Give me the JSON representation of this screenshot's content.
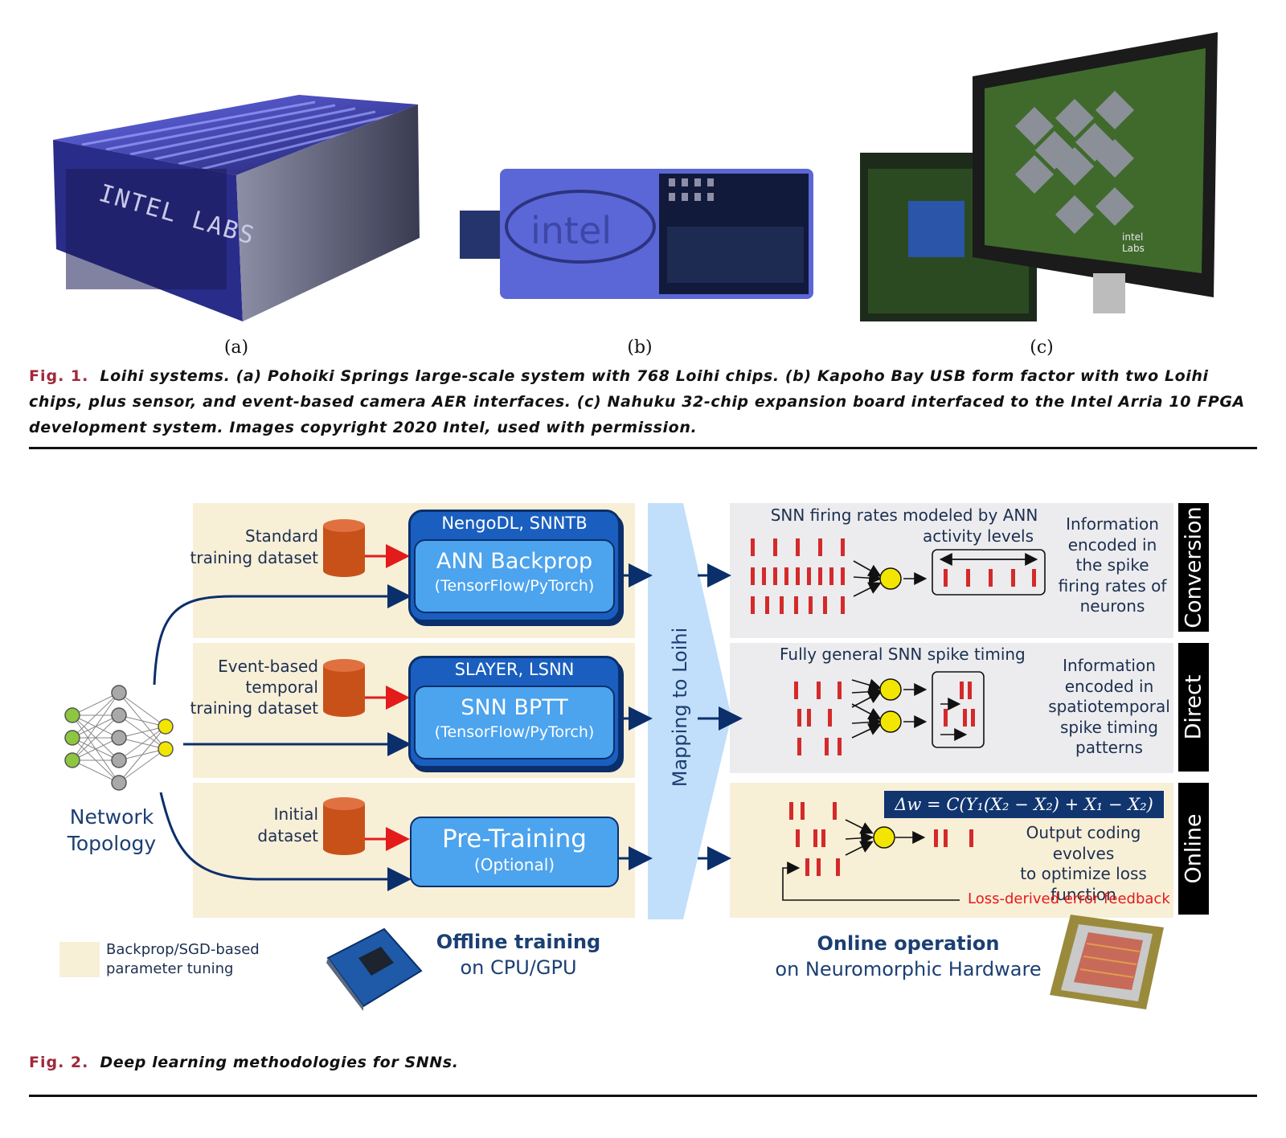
{
  "figure1": {
    "sublabels": [
      "(a)",
      "(b)",
      "(c)"
    ],
    "photo_a_text": "INTEL LABS",
    "photo_b_text": "intel",
    "photo_c_text": "intel Labs",
    "caption_number": "Fig. 1.",
    "caption_text": "Loihi systems. (a) Pohoiki Springs large-scale system with 768 Loihi chips. (b) Kapoho Bay USB form factor with two Loihi chips, plus sensor, and event-based camera AER interfaces. (c) Nahuku 32-chip expansion board interfaced to the Intel Arria 10 FPGA development system. Images copyright 2020 Intel, used with permission."
  },
  "figure2": {
    "network_label_1": "Network",
    "network_label_2": "Topology",
    "rows": [
      {
        "dataset_lines": [
          "Standard",
          "training dataset"
        ],
        "box_header": "NengoDL, SNNTB",
        "box_title": "ANN Backprop",
        "box_subtitle": "(TensorFlow/PyTorch)"
      },
      {
        "dataset_lines": [
          "Event-based",
          "temporal",
          "training dataset"
        ],
        "box_header": "SLAYER, LSNN",
        "box_title": "SNN BPTT",
        "box_subtitle": "(TensorFlow/PyTorch)"
      },
      {
        "dataset_lines": [
          "Initial",
          "dataset"
        ],
        "box_title": "Pre-Training",
        "box_subtitle": "(Optional)"
      }
    ],
    "mapping_label": "Mapping to Loihi",
    "right_panels": [
      {
        "heading_lines": [
          "SNN firing rates modeled by ANN",
          "activity levels"
        ],
        "info_lines": [
          "Information",
          "encoded in",
          "the spike",
          "firing rates of",
          "neurons"
        ],
        "side_label": "Conversion"
      },
      {
        "heading_lines": [
          "Fully general SNN spike timing"
        ],
        "info_lines": [
          "Information",
          "encoded in",
          "spatiotemporal",
          "spike timing",
          "patterns"
        ],
        "side_label": "Direct"
      },
      {
        "formula": "Δw = C(Y₁(X₂ − X₂) + X₁ − X₂)",
        "info_lines": [
          "Output coding evolves",
          "to optimize loss",
          "function"
        ],
        "feedback_label": "Loss-derived error feedback",
        "side_label": "Online"
      }
    ],
    "legend_lines": [
      "Backprop/SGD-based",
      "parameter tuning"
    ],
    "offline_title": "Offline training",
    "offline_subtitle": "on CPU/GPU",
    "online_title": "Online operation",
    "online_subtitle": "on Neuromorphic Hardware",
    "colors": {
      "beige": "#f8efd7",
      "box_blue": "#1a5fbf",
      "inner_blue": "#4ca3ee",
      "dark_navy": "#0b2f6b",
      "spike_red": "#d42a2a",
      "neuron_yellow": "#f2e600",
      "input_green": "#8dc63f",
      "hidden_gray": "#a9a9a9"
    },
    "caption_number": "Fig. 2.",
    "caption_text": "Deep learning methodologies for SNNs."
  }
}
